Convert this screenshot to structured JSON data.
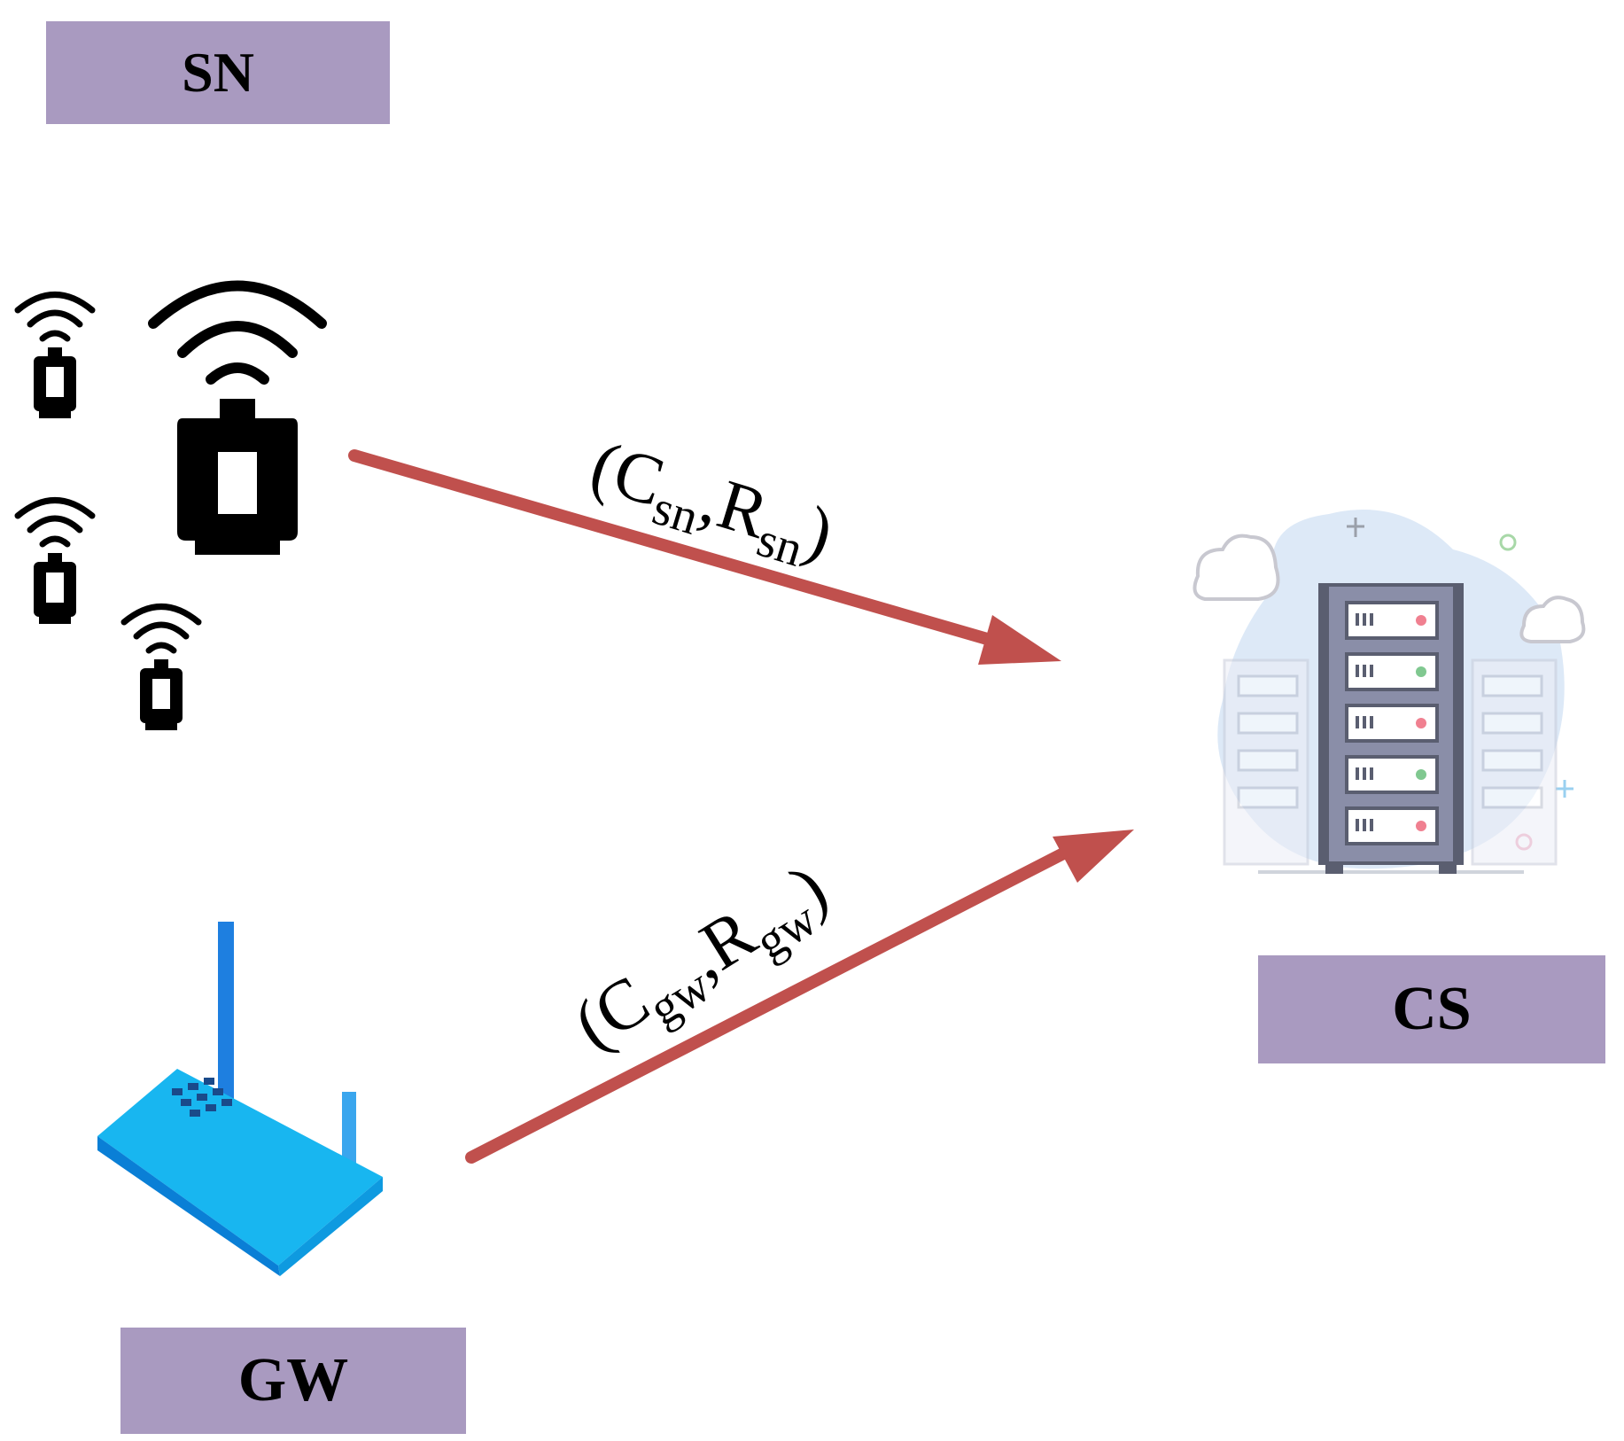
{
  "nodes": {
    "sn": {
      "label": "SN"
    },
    "gw": {
      "label": "GW"
    },
    "cs": {
      "label": "CS"
    }
  },
  "messages": {
    "sn_to_cs": {
      "open": "(C",
      "sub1": "sn",
      "mid": ",R",
      "sub2": "sn",
      "close": ")"
    },
    "gw_to_cs": {
      "open": "(C",
      "sub1": "gw",
      "mid": ",R",
      "sub2": "gw",
      "close": ")"
    }
  },
  "colors": {
    "label_fill": "#a99ac0",
    "arrow": "#c0504d",
    "sensor": "#000000",
    "router": "#1e9be8",
    "server_bg": "#dde9f7"
  },
  "icons": [
    "sensor-node-icon",
    "router-icon",
    "server-rack-icon"
  ]
}
